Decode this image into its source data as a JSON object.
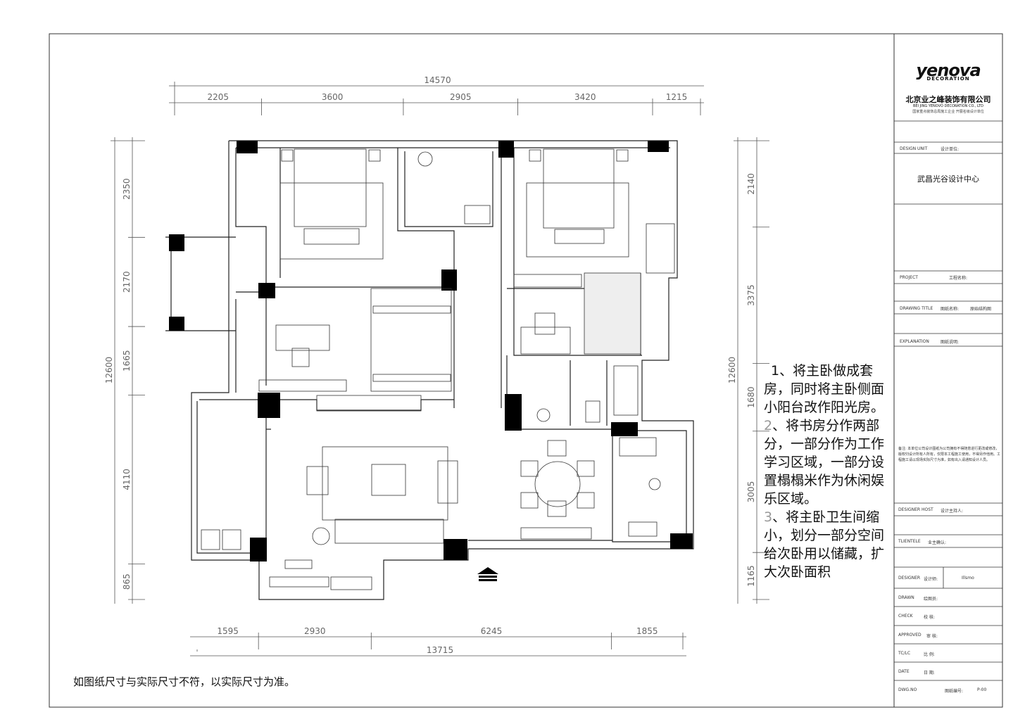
{
  "dimensions": {
    "top_total": "14570",
    "top_segments": [
      "2205",
      "3600",
      "2905",
      "3420",
      "1215"
    ],
    "bottom_total": "13715",
    "bottom_segments": [
      "1595",
      "2930",
      "6245",
      "1855"
    ],
    "left_total": "12600",
    "left_segments": [
      "2350",
      "2170",
      "1665",
      "4110",
      "865"
    ],
    "right_total": "12600",
    "right_segments": [
      "2140",
      "3375",
      "1680",
      "3005",
      "1165"
    ]
  },
  "notes": {
    "note1_num": "1",
    "note1_text": "、将主卧做成套房，同时将主卧侧面小阳台改作阳光房。",
    "note2_num": "2",
    "note2_text": "、将书房分作两部分，一部分作为工作学习区域，一部分设置榻榻米作为休闲娱乐区域。",
    "note3_num": "3",
    "note3_text": "、将主卧卫生间缩小，划分一部分空间给次卧用以储藏，扩大次卧面积"
  },
  "disclaimer": "如图纸尺寸与实际尺寸不符，以实际尺寸为准。",
  "titleblock": {
    "logo_text": "yenova",
    "logo_sub": "DECORATION",
    "company_cn": "北京业之峰装饰有限公司",
    "company_en": "BEI JING YENOVO DECORATION CO., LTD",
    "company_tag": "国家重点装饰总局施工企业  开展名级设计单位",
    "design_unit_label": "DESIGN UNIT",
    "design_unit_cn": "设计单位:",
    "design_center": "武昌光谷设计中心",
    "project_label": "PROJECT",
    "project_cn": "工程名称:",
    "drawing_title_label": "DRAWING TITLE",
    "drawing_title_cn": "图纸名称:",
    "drawing_title_value": "原始结构图",
    "explanation_label": "EXPLANATION",
    "explanation_cn": "图纸说明:",
    "note_small": "备注: 本单位公司设计图纸为公司拥有不得随意进行更改或修改，版权归设计所有人所有，仅限本工程施工使用，不得另作他用。工程施工请以现场实际尺寸为准，如有出入请通知设计人员。",
    "designer_host_label": "DESIGNER HOST",
    "designer_host_cn": "设计主持人:",
    "client_label": "TLIENTELE",
    "client_cn": "业主确认:",
    "designer_label": "DESIGNER",
    "designer_cn": "设计师:",
    "designer_value": "Illsmo",
    "drawn_label": "DRAWN",
    "drawn_cn": "绘图员:",
    "check_label": "CHECK",
    "check_cn": "校  核:",
    "approved_label": "APPROVED",
    "approved_cn": "审  核:",
    "tc_label": "TC/LC",
    "tc_cn": "比  例:",
    "date_label": "DATE",
    "date_cn": "日  期:",
    "dwg_label": "DWG.NO",
    "dwg_cn": "图纸编号:",
    "dwg_value": "P-00"
  }
}
